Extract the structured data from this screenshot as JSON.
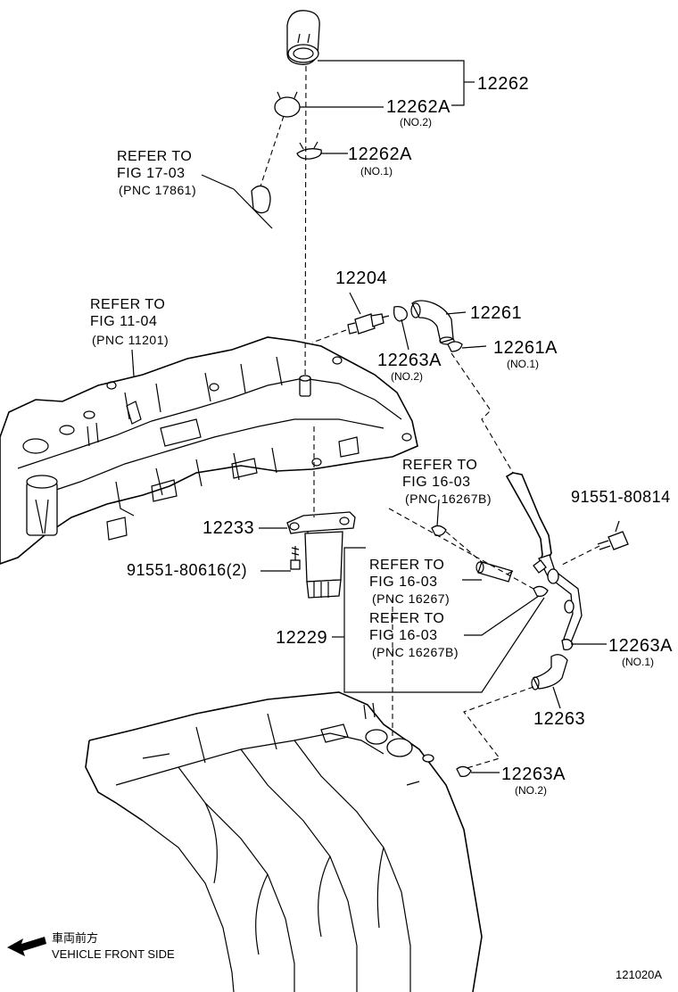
{
  "parts": {
    "p12262": "12262",
    "p12262A_no2": "12262A",
    "p12262A_no2_sub": "(NO.2)",
    "p12262A_no1": "12262A",
    "p12262A_no1_sub": "(NO.1)",
    "p12204": "12204",
    "p12261": "12261",
    "p12263A_no2_top": "12263A",
    "p12263A_no2_top_sub": "(NO.2)",
    "p12261A": "12261A",
    "p12261A_sub": "(NO.1)",
    "p91551_80814": "91551-80814",
    "p12233": "12233",
    "p91551_80616": "91551-80616(2)",
    "p12229": "12229",
    "p12263A_no1": "12263A",
    "p12263A_no1_sub": "(NO.1)",
    "p12263": "12263",
    "p12263A_no2_bottom": "12263A",
    "p12263A_no2_bottom_sub": "(NO.2)"
  },
  "refs": {
    "fig17": {
      "line1": "REFER TO",
      "line2": "FIG 17-03",
      "line3": "(PNC 17861)"
    },
    "fig11": {
      "line1": "REFER TO",
      "line2": "FIG 11-04",
      "line3": "(PNC 11201)"
    },
    "fig16a": {
      "line1": "REFER TO",
      "line2": "FIG 16-03",
      "line3": "(PNC 16267B)"
    },
    "fig16b": {
      "line1": "REFER TO",
      "line2": "FIG 16-03",
      "line3": "(PNC 16267)"
    },
    "fig16c": {
      "line1": "REFER TO",
      "line2": "FIG 16-03",
      "line3": "(PNC 16267B)"
    }
  },
  "footer": {
    "jp": "車両前方",
    "en": "VEHICLE FRONT SIDE",
    "code": "121020A"
  }
}
